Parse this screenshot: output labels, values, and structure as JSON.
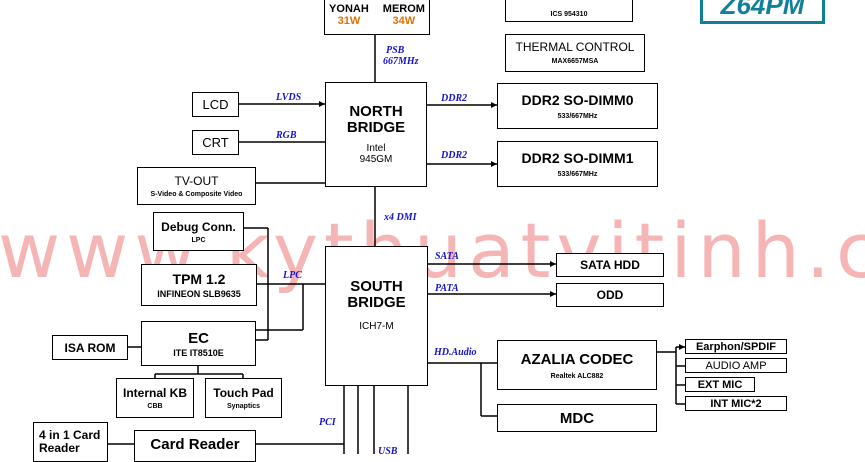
{
  "model_tag": "Z64PM",
  "cpu": {
    "name1": "YONAH",
    "power1": "31W",
    "name2": "MEROM",
    "power2": "34W"
  },
  "clock": {
    "part": "ICS 954310"
  },
  "thermal": {
    "title": "THERMAL CONTROL",
    "part": "MAX6657MSA"
  },
  "north_bridge": {
    "title1": "NORTH",
    "title2": "BRIDGE",
    "vendor": "Intel",
    "part": "945GM"
  },
  "south_bridge": {
    "title1": "SOUTH",
    "title2": "BRIDGE",
    "part": "ICH7-M"
  },
  "lcd": {
    "label": "LCD"
  },
  "crt": {
    "label": "CRT"
  },
  "tvout": {
    "label": "TV-OUT",
    "sub": "S-Video & Composite Video"
  },
  "dimm0": {
    "label": "DDR2 SO-DIMM0",
    "speed": "533/667MHz"
  },
  "dimm1": {
    "label": "DDR2 SO-DIMM1",
    "speed": "533/667MHz"
  },
  "debug": {
    "label": "Debug Conn.",
    "sub": "LPC"
  },
  "tpm": {
    "label": "TPM 1.2",
    "sub": "INFINEON SLB9635"
  },
  "ec": {
    "label": "EC",
    "sub": "ITE IT8510E"
  },
  "isarom": {
    "label": "ISA ROM"
  },
  "kb": {
    "label": "Internal KB",
    "sub": "CBB"
  },
  "touchpad": {
    "label": "Touch Pad",
    "sub": "Synaptics"
  },
  "sata_hdd": {
    "label": "SATA HDD"
  },
  "odd": {
    "label": "ODD"
  },
  "codec": {
    "label": "AZALIA CODEC",
    "sub": "Realtek ALC882"
  },
  "mdc": {
    "label": "MDC"
  },
  "earphone": {
    "label": "Earphon/SPDIF"
  },
  "audio_amp": {
    "label": "AUDIO AMP"
  },
  "ext_mic": {
    "label": "EXT MIC"
  },
  "int_mic": {
    "label": "INT MIC*2"
  },
  "card_reader": {
    "label": "Card Reader"
  },
  "card4in1": {
    "line1": "4 in 1 Card",
    "line2": "Reader"
  },
  "bus": {
    "psb": "PSB",
    "psb_speed": "667MHz",
    "lvds": "LVDS",
    "rgb": "RGB",
    "ddr2_a": "DDR2",
    "ddr2_b": "DDR2",
    "dmi": "x4 DMI",
    "lpc": "LPC",
    "sata": "SATA",
    "pata": "PATA",
    "hda": "HD.Audio",
    "pci": "PCI",
    "usb": "USB"
  },
  "watermark": "www.kythuatvitinh.c"
}
